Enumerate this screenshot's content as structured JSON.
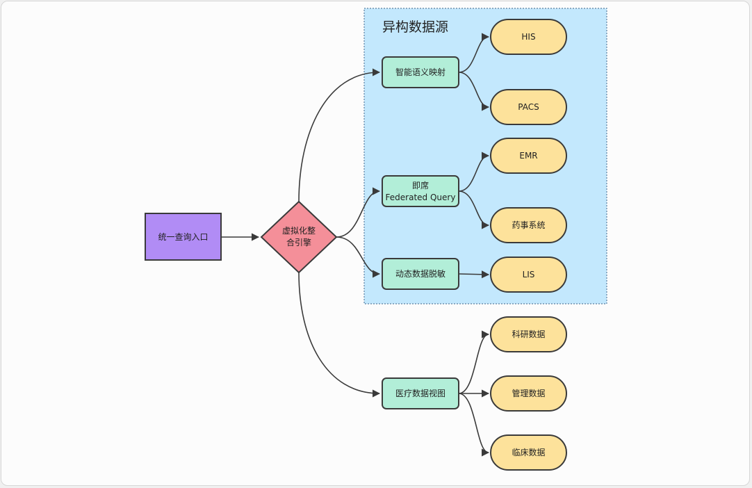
{
  "colors": {
    "entry_fill": "#b18cf5",
    "engine_fill": "#f48f99",
    "process_fill": "#b2eed8",
    "source_fill": "#fde29b",
    "group_fill": "#c3e8fd",
    "stroke": "#3a3a3a"
  },
  "entry": {
    "label": "统一查询入口"
  },
  "engine": {
    "line1": "虚拟化整",
    "line2": "合引擎"
  },
  "group": {
    "title": "异构数据源"
  },
  "processes": {
    "mapping": {
      "label": "智能语义映射"
    },
    "federated": {
      "line1": "即席",
      "line2": "Federated Query"
    },
    "masking": {
      "label": "动态数据脱敏"
    },
    "view": {
      "label": "医疗数据视图"
    }
  },
  "sources": {
    "his": "HIS",
    "pacs": "PACS",
    "emr": "EMR",
    "pharmacy": "药事系统",
    "lis": "LIS",
    "research": "科研数据",
    "management": "管理数据",
    "clinical": "临床数据"
  }
}
